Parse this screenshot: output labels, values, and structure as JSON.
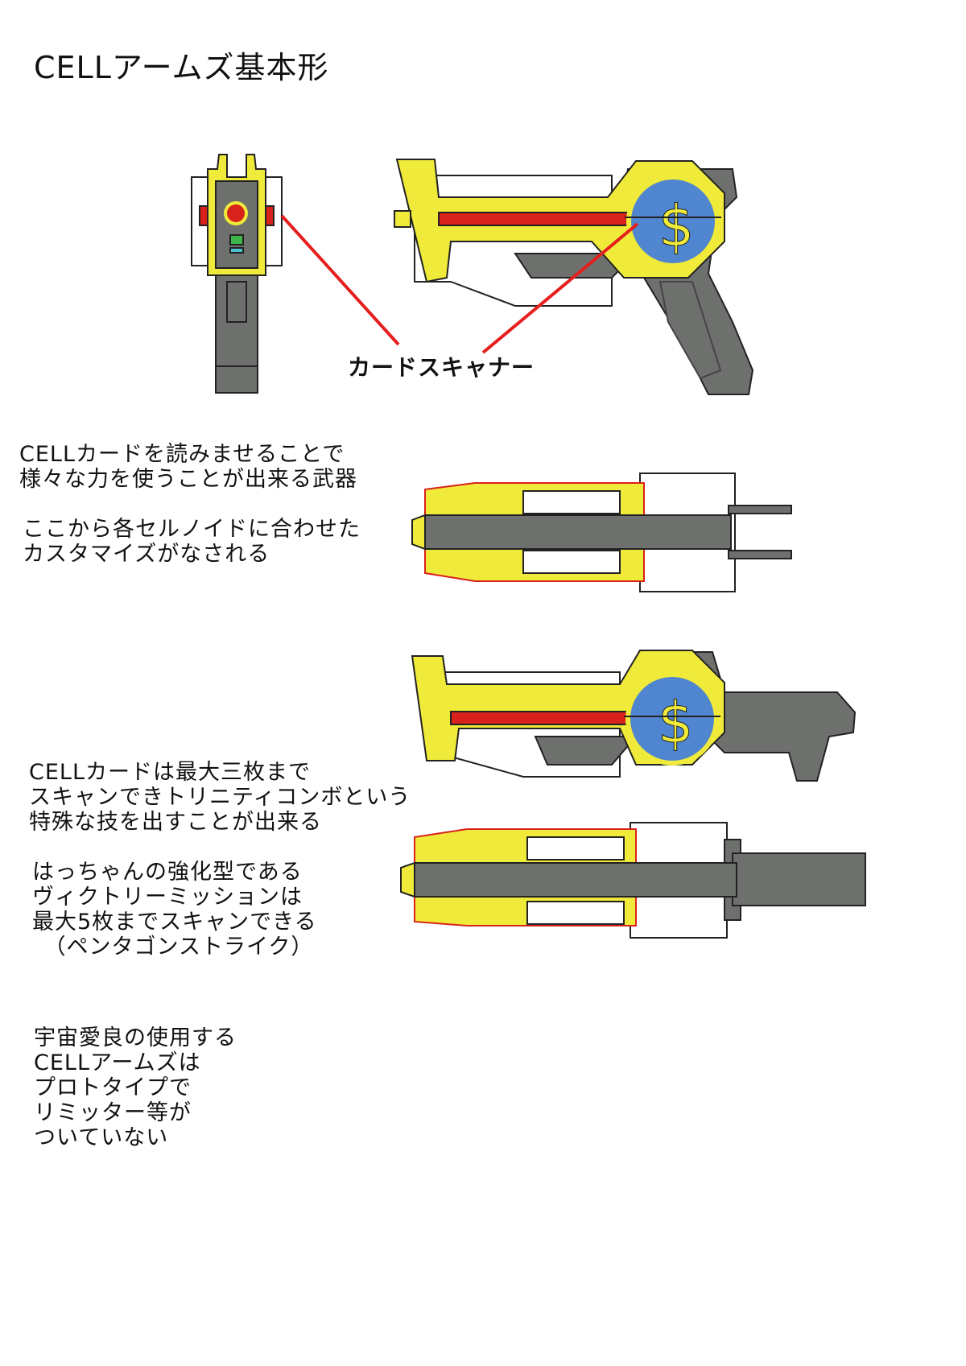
{
  "title": "CELLアームズ基本形",
  "callout": {
    "label": "カードスキャナー",
    "line_color": "#e51e1e"
  },
  "notes": [
    "CELLカードを読みませることで\n様々な力を使うことが出来る武器",
    "ここから各セルノイドに合わせた\nカスタマイズがなされる",
    "CELLカードは最大三枚まで\nスキャンできトリニティコンボという\n特殊な技を出すことが出来る",
    "はっちゃんの強化型である\nヴィクトリーミッションは\n最大5枚までスキャンできる\n　（ペンタゴンストライク）",
    "宇宙愛良の使用する\nCELLアームズは\nプロトタイプで\nリミッター等が\nついていない"
  ],
  "colors": {
    "yellow": "#f0ea3a",
    "gray": "#6e706e",
    "red": "#d9221c",
    "blue": "#4f86cf",
    "outline": "#222222"
  }
}
